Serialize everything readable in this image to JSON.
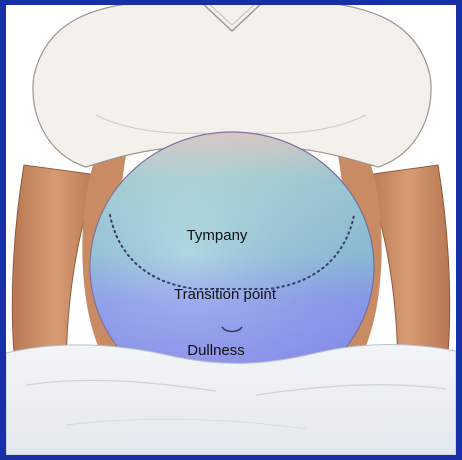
{
  "labels": {
    "tympany": "Tympany",
    "transition": "Transition point",
    "dullness": "Dullness"
  },
  "colors": {
    "frame": "#1730a8",
    "tympany_zone": "#8fcfcf",
    "dullness_zone": "#8f8ff0",
    "skin": "#c98b63",
    "shirt": "#f4f1ec",
    "sheet": "#eef2f6"
  }
}
